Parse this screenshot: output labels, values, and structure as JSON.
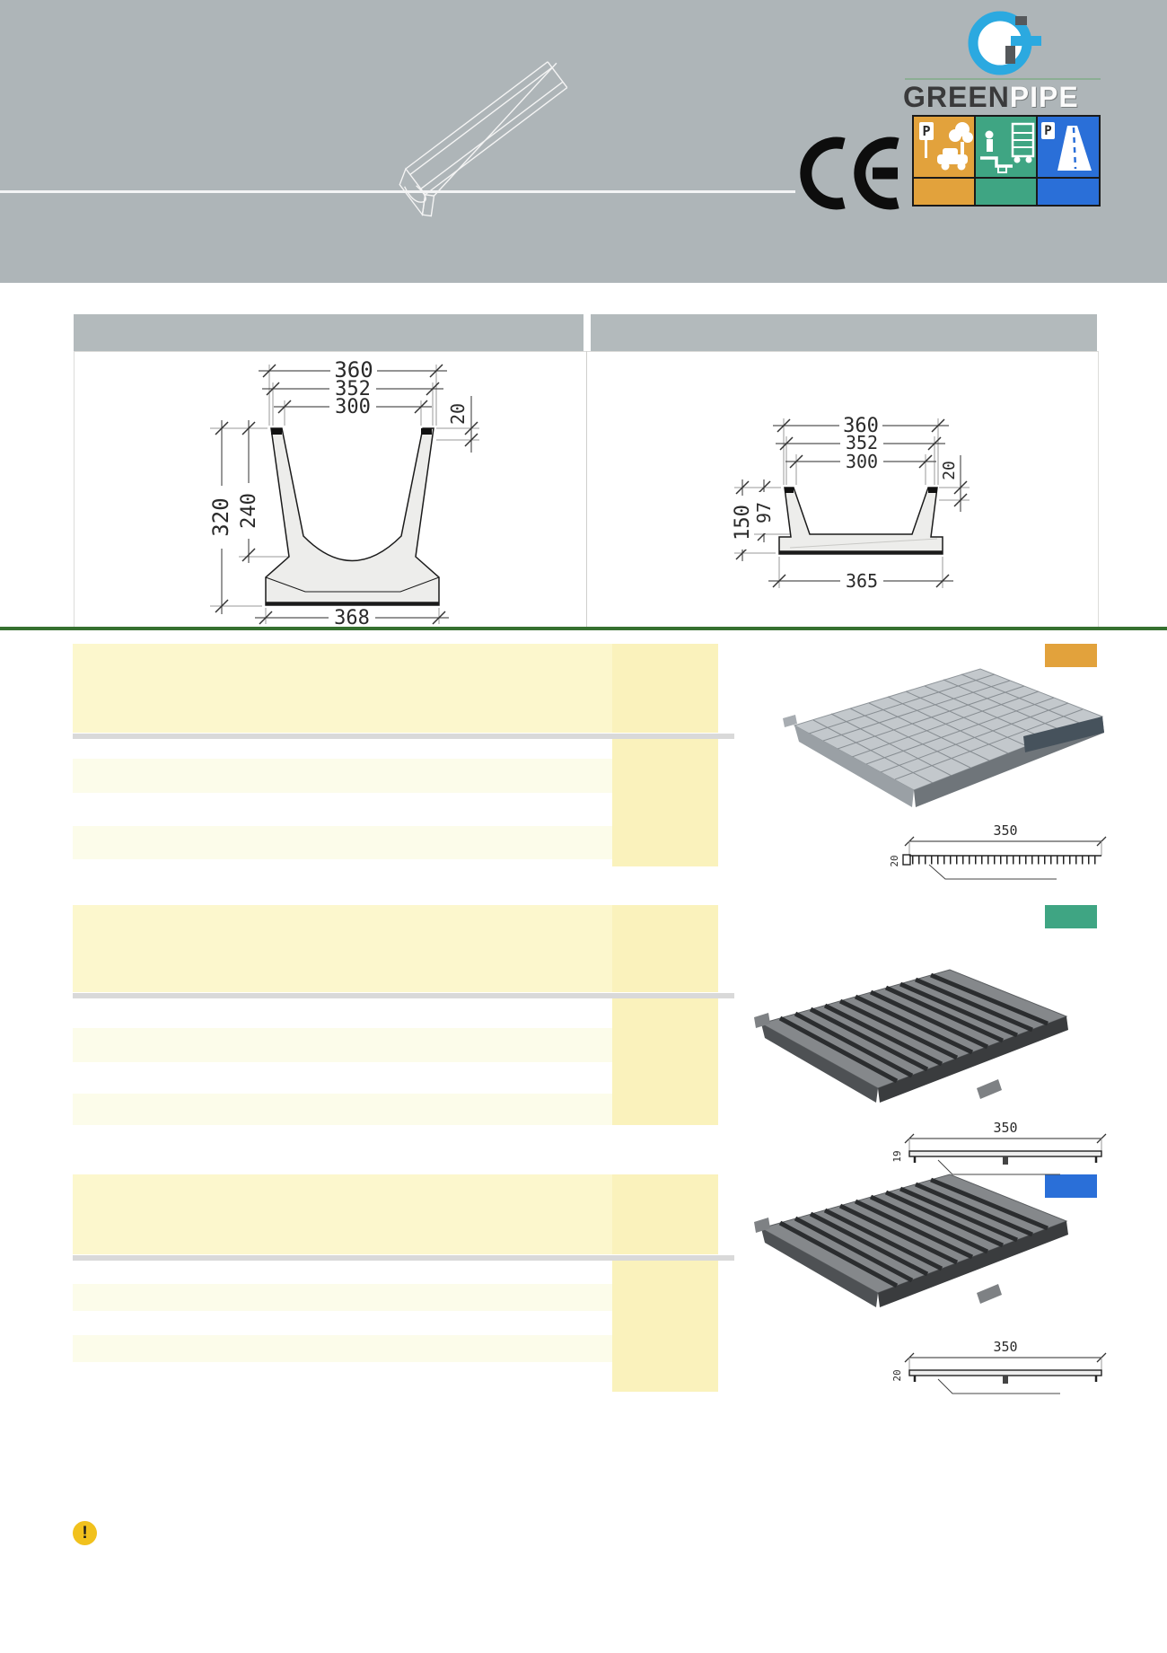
{
  "brand": {
    "green": "GREEN",
    "pipe": "PIPE"
  },
  "header": {
    "load_classes": [
      {
        "name": "parking-pedestrian",
        "color": "#e2a23c",
        "sign": "P"
      },
      {
        "name": "kerbside-light-traffic",
        "color": "#3fa583",
        "sign": ""
      },
      {
        "name": "road-highway",
        "color": "#2a6fd8",
        "sign": "P"
      }
    ]
  },
  "drawings": {
    "channel_full": {
      "dim_top_outer": "360",
      "dim_top_mid": "352",
      "dim_top_inner": "300",
      "dim_lip": "20",
      "dim_height": "320",
      "dim_depth": "240",
      "dim_base": "368"
    },
    "channel_low": {
      "dim_top_outer": "360",
      "dim_top_mid": "352",
      "dim_top_inner": "300",
      "dim_lip": "20",
      "dim_height": "150",
      "dim_depth": "97",
      "dim_base": "365"
    }
  },
  "sections": [
    {
      "class_color": "#e2a23c",
      "photo": "galvanized-steel-grating",
      "profile": {
        "width": "350",
        "thickness": "20"
      }
    },
    {
      "class_color": "#3fa583",
      "photo": "cast-iron-grating",
      "profile": {
        "width": "350",
        "thickness": "19"
      }
    },
    {
      "class_color": "#2a6fd8",
      "photo": "cast-iron-grating",
      "profile": {
        "width": "350",
        "thickness": "20"
      }
    }
  ],
  "warning": {
    "glyph": "!"
  }
}
